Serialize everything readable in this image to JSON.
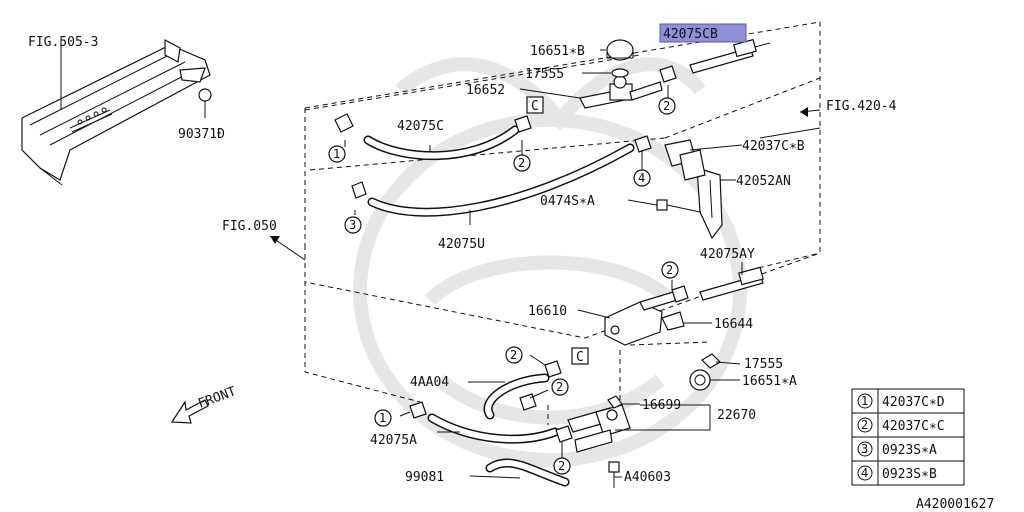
{
  "diagram": {
    "fig_labels": {
      "fig505": "FIG.505-3",
      "fig420": "FIG.420-4",
      "fig050": "FIG.050"
    },
    "front_label": "FRONT",
    "part_labels": {
      "p42075CB": "42075CB",
      "p16651B": "16651∗B",
      "p17555_top": "17555",
      "p16652": "16652",
      "p90371": "90371Đ",
      "p42075C": "42075C",
      "p42037CB": "42037C∗B",
      "p42052AN": "42052AN",
      "p0474SA": "0474S∗A",
      "p42075U": "42075U",
      "p42075AY": "42075AY",
      "p16610": "16610",
      "p16644": "16644",
      "p17555_bottom": "17555",
      "p16651A": "16651∗A",
      "p4AA04": "4AA04",
      "p16699": "16699",
      "p22670": "22670",
      "p42075A": "42075A",
      "p99081": "99081",
      "pA40603": "A40603"
    },
    "box_label": "C",
    "markers": [
      "1",
      "2",
      "3",
      "4"
    ],
    "legend": [
      {
        "num": "1",
        "part": "42037C∗D"
      },
      {
        "num": "2",
        "part": "42037C∗C"
      },
      {
        "num": "3",
        "part": "0923S∗A"
      },
      {
        "num": "4",
        "part": "0923S∗B"
      }
    ],
    "drawing_id": "A420001627",
    "colors": {
      "highlight": "#8f8fd8",
      "line": "#111111"
    }
  }
}
